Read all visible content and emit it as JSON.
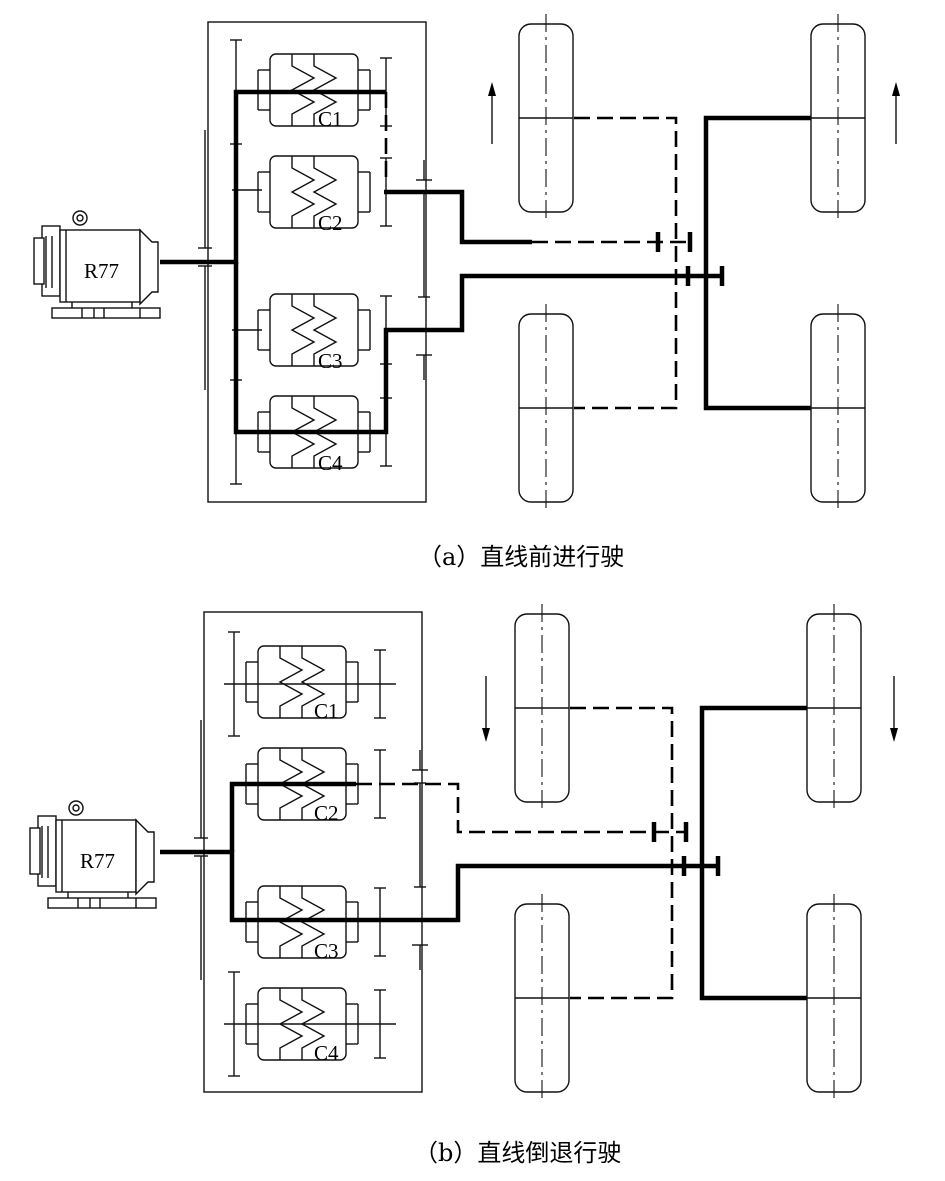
{
  "diagrams": [
    {
      "caption": "（a）直线前进行驶",
      "motor_label": "R77",
      "clutch_labels": [
        "C1",
        "C2",
        "C3",
        "C4"
      ],
      "travel_direction": "forward"
    },
    {
      "caption": "（b）直线倒退行驶",
      "motor_label": "R77",
      "clutch_labels": [
        "C1",
        "C2",
        "C3",
        "C4"
      ],
      "travel_direction": "reverse"
    }
  ]
}
